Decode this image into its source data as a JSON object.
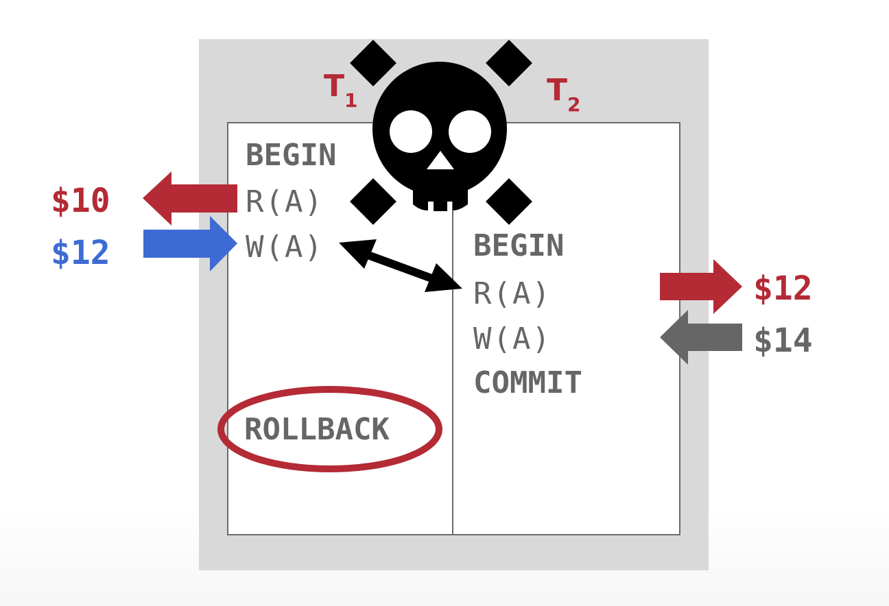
{
  "colors": {
    "red": "#b42a35",
    "blue": "#3d6bd3",
    "gray_text": "#666666",
    "panel_bg": "#d9d9d9",
    "black": "#000000"
  },
  "transactions": [
    {
      "label": "T",
      "subscript": "1",
      "operations": [
        "BEGIN",
        "R(A)",
        "W(A)",
        "ROLLBACK"
      ]
    },
    {
      "label": "T",
      "subscript": "2",
      "operations": [
        "BEGIN",
        "R(A)",
        "W(A)",
        "COMMIT"
      ]
    }
  ],
  "values": {
    "t1_read": "$10",
    "t1_write": "$12",
    "t2_read": "$12",
    "t2_write": "$14"
  },
  "icons": {
    "skull": "skull-crossbones-icon",
    "conflict": "double-arrow-icon"
  }
}
